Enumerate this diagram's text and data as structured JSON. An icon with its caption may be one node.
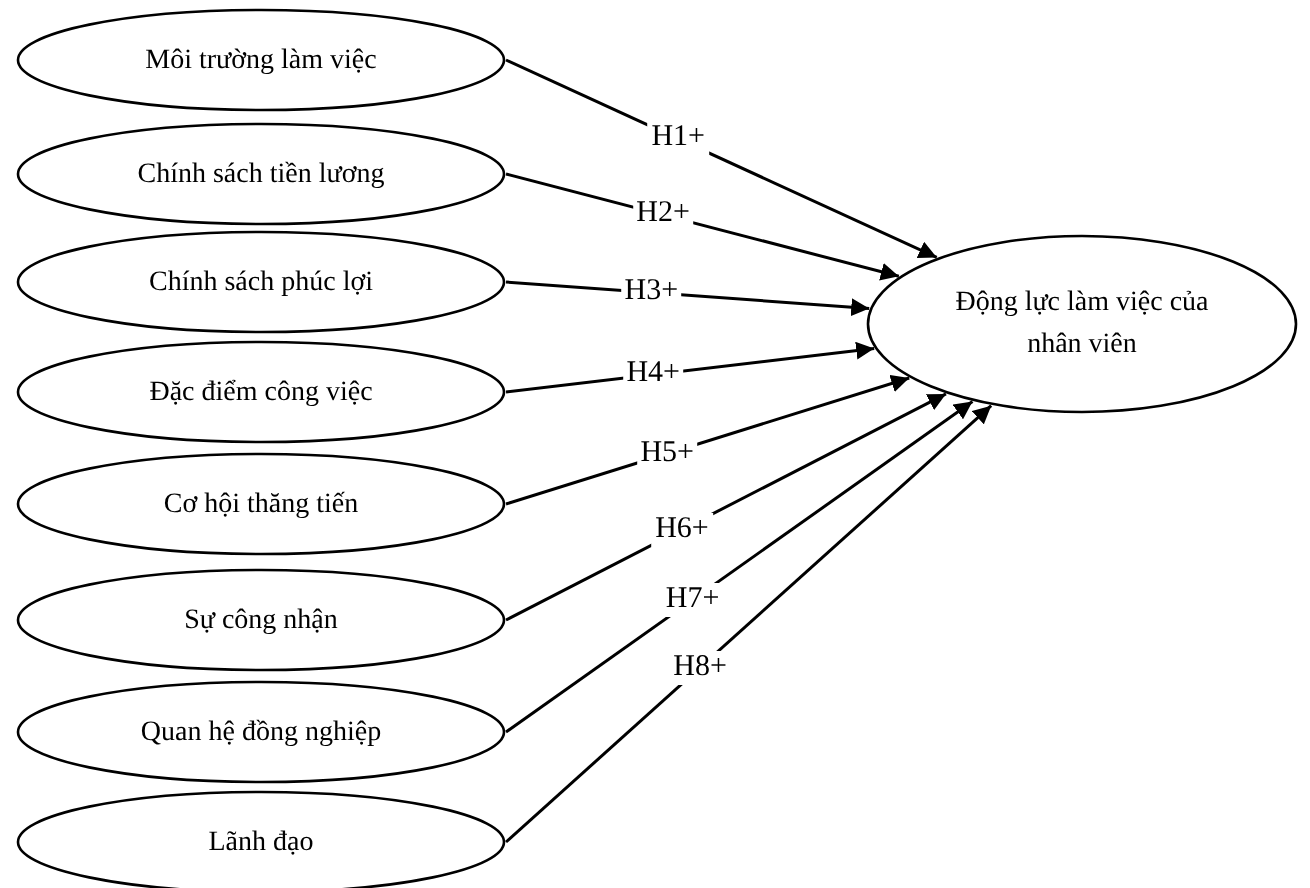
{
  "diagram": {
    "nodes": [
      {
        "text": [
          "Môi trường làm việc"
        ]
      },
      {
        "text": [
          "Chính sách tiền lương"
        ]
      },
      {
        "text": [
          "Chính sách phúc lợi"
        ]
      },
      {
        "text": [
          "Đặc điểm công việc"
        ]
      },
      {
        "text": [
          "Cơ hội thăng tiến"
        ]
      },
      {
        "text": [
          "Sự công nhận"
        ]
      },
      {
        "text": [
          "Quan hệ đồng nghiệp"
        ]
      },
      {
        "text": [
          "Lãnh đạo"
        ]
      },
      {
        "text": [
          "Động lực làm việc của nhân viên"
        ]
      }
    ],
    "edges": [
      {
        "from": 0,
        "to": 8,
        "arrow": "to",
        "label": "H1+"
      },
      {
        "from": 1,
        "to": 8,
        "arrow": "to",
        "label": "H2+"
      },
      {
        "from": 2,
        "to": 8,
        "arrow": "to",
        "label": "H3+"
      },
      {
        "from": 3,
        "to": 8,
        "arrow": "to",
        "label": "H4+"
      },
      {
        "from": 4,
        "to": 8,
        "arrow": "to",
        "label": "H5+"
      },
      {
        "from": 5,
        "to": 8,
        "arrow": "to",
        "label": "H6+"
      },
      {
        "from": 6,
        "to": 8,
        "arrow": "to",
        "label": "H7+"
      },
      {
        "from": 7,
        "to": 8,
        "arrow": "to",
        "label": "H8+"
      }
    ]
  }
}
